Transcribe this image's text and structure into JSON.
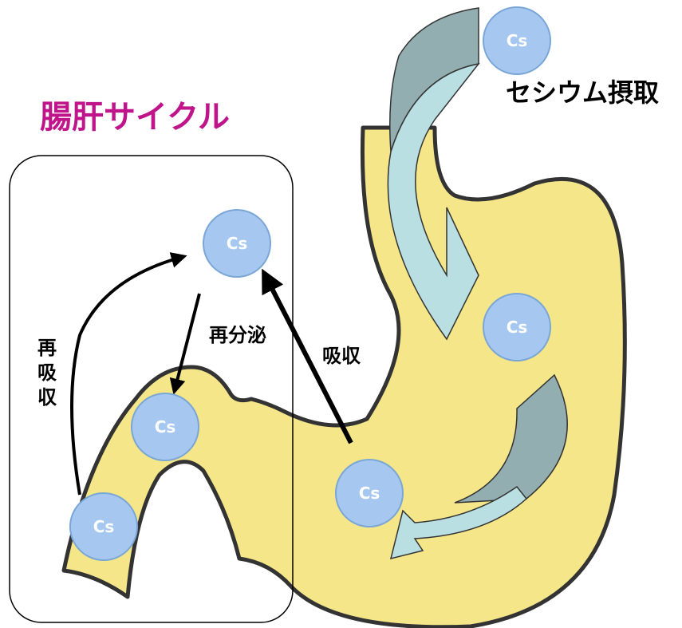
{
  "title": "腸肝サイクル",
  "intake_label": "セシウム摂取",
  "labels": {
    "reabsorption_chars": [
      "再",
      "吸",
      "収"
    ],
    "resecretion": "再分泌",
    "absorption": "吸収"
  },
  "cs_symbol": "Cs",
  "colors": {
    "title": "#c0158a",
    "organ_fill": "#f5e68a",
    "organ_stroke": "#333333",
    "cs_fill": "#a6c8f0",
    "cs_stroke": "#7aa6d6",
    "arrow_dark": "#93aeb0",
    "arrow_light": "#b9dfe3",
    "arrow_black": "#000000"
  }
}
